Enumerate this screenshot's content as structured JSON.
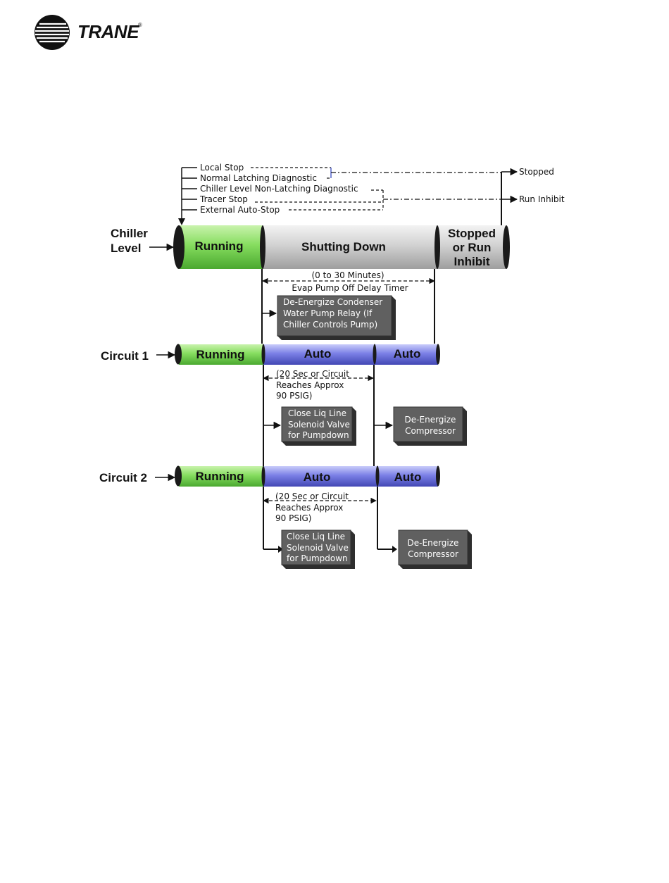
{
  "header": {
    "brand": "TRANE",
    "brand_mark": "®"
  },
  "inputs": {
    "local_stop": "Local Stop",
    "normal_latching": "Normal Latching Diagnostic",
    "chiller_non_latching": "Chiller Level Non-Latching Diagnostic",
    "tracer_stop": "Tracer Stop",
    "external_auto_stop": "External Auto-Stop"
  },
  "outputs": {
    "stopped": "Stopped",
    "run_inhibit": "Run Inhibit"
  },
  "chiller": {
    "label_line1": "Chiller",
    "label_line2": "Level",
    "running": "Running",
    "shutting_down": "Shutting Down",
    "end_line1": "Stopped",
    "end_line2": "or Run",
    "end_line3": "Inhibit",
    "timer_line1": "(0 to 30 Minutes)",
    "timer_line2": "Evap Pump Off Delay Timer",
    "condenser_box": [
      "De-Energize Condenser",
      "Water Pump Relay (If",
      "Chiller Controls Pump)"
    ]
  },
  "circuit1": {
    "label": "Circuit 1",
    "running": "Running",
    "auto1": "Auto",
    "auto2": "Auto",
    "timer": [
      "(20 Sec or Circuit",
      "Reaches Approx",
      "90 PSIG)"
    ],
    "valve_box": [
      "Close Liq Line",
      "Solenoid Valve",
      "for Pumpdown"
    ],
    "comp_box": [
      "De-Energize",
      "Compressor"
    ]
  },
  "circuit2": {
    "label": "Circuit 2",
    "running": "Running",
    "auto1": "Auto",
    "auto2": "Auto",
    "timer": [
      "(20 Sec or Circuit",
      "Reaches Approx",
      "90 PSIG)"
    ],
    "valve_box": [
      "Close Liq Line",
      "Solenoid Valve",
      "for Pumpdown"
    ],
    "comp_box": [
      "De-Energize",
      "Compressor"
    ]
  },
  "colors": {
    "running_green": "#7fd85a",
    "auto_blue": "#6f74e0",
    "shutting_gray": "#cfcfcf",
    "box_gray": "#5f5f5f"
  }
}
